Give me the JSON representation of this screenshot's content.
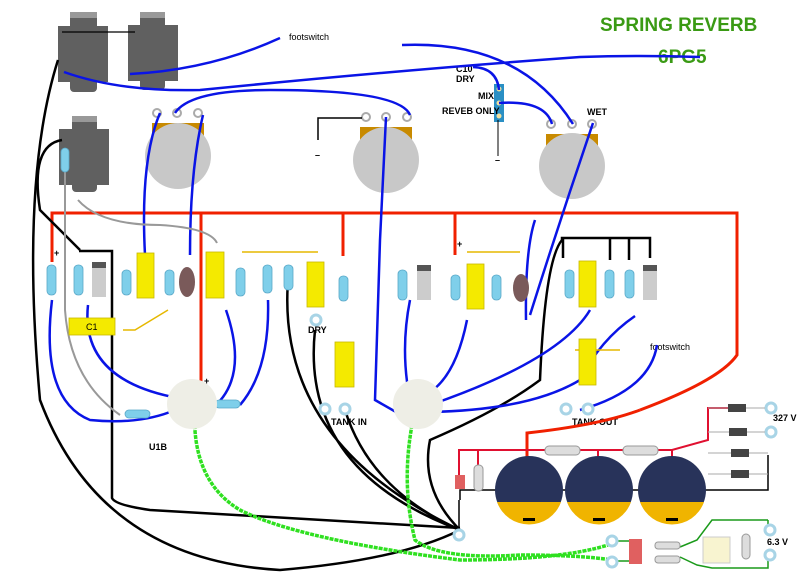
{
  "title": "SPRING REVERB",
  "subtitle": "6PG5",
  "labels": {
    "footswitch_top": "footswitch",
    "footswitch_right": "footswitch",
    "c10": "C10",
    "c10_dry": "DRY",
    "mix": "MIX",
    "reverb_only": "REVEB ONLY",
    "wet": "WET",
    "dry_terminal": "DRY",
    "tank_in": "TANK IN",
    "tank_out": "TANK OUT",
    "u1b": "U1B",
    "hv": "327 V",
    "heater": "6.3 V",
    "plus": "+",
    "minus": "–",
    "c1": "C1"
  },
  "colors": {
    "title": "#3a9a14",
    "signal_wire": "#0a14e6",
    "b_plus_wire": "#f02000",
    "ground_wire": "#000000",
    "heater_wire": "#2fe020",
    "capacitor": "#f4ea00",
    "resistor": "#7fcfea",
    "filter_cap": "#28335a"
  }
}
